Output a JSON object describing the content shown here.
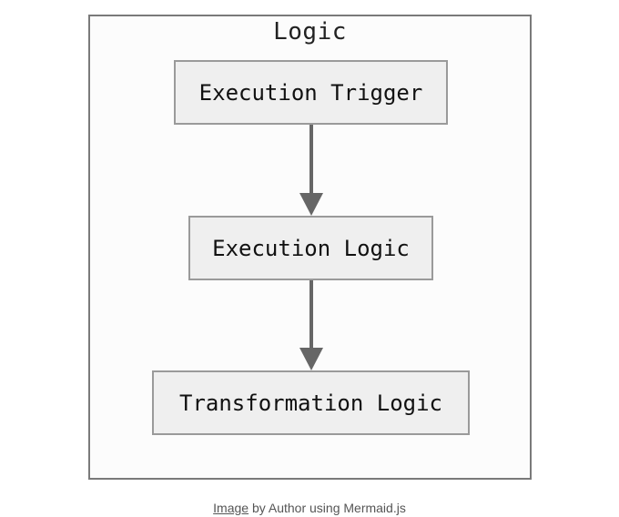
{
  "diagram": {
    "cluster_title": "Logic",
    "nodes": [
      {
        "id": "execution-trigger",
        "label": "Execution Trigger"
      },
      {
        "id": "execution-logic",
        "label": "Execution Logic"
      },
      {
        "id": "transformation-logic",
        "label": "Transformation Logic"
      }
    ],
    "edges": [
      {
        "from": "execution-trigger",
        "to": "execution-logic"
      },
      {
        "from": "execution-logic",
        "to": "transformation-logic"
      }
    ],
    "colors": {
      "cluster_border": "#7a7a7a",
      "cluster_fill": "#fcfcfc",
      "node_fill": "#efefef",
      "node_border": "#9a9a9a",
      "edge": "#666666"
    }
  },
  "caption": {
    "link_text": "Image",
    "text": " by Author using Mermaid.js"
  }
}
